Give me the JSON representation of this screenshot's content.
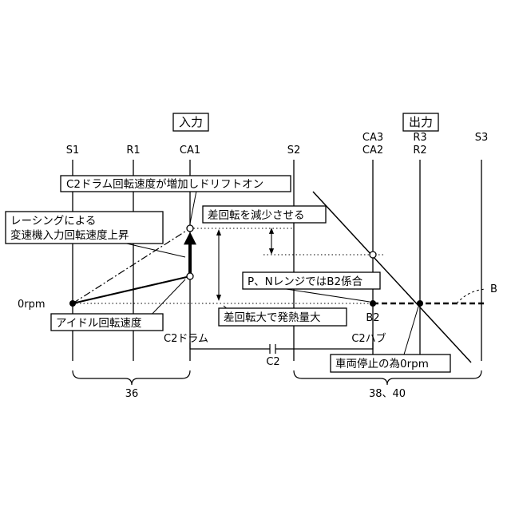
{
  "headers": {
    "input": "入力",
    "output": "出力"
  },
  "axes": {
    "s1": "S1",
    "r1": "R1",
    "ca1": "CA1",
    "s2": "S2",
    "ca3": "CA3",
    "ca2": "CA2",
    "r3": "R3",
    "r2": "R2",
    "s3": "S3"
  },
  "labels": {
    "zero_rpm": "0rpm",
    "b_line": "B",
    "b2": "B2",
    "c2_drum": "C2ドラム",
    "c2_hub": "C2ハブ",
    "c2_clutch": "C2",
    "group_left": "36",
    "group_right": "38、40"
  },
  "callouts": {
    "drift_on": "C2ドラム回転速度が増加しドリフトオン",
    "racing_1": "レーシングによる",
    "racing_2": "変速機入力回転速度上昇",
    "reduce_diff": "差回転を減少させる",
    "pn_range": "P、NレンジではB2係合",
    "idle": "アイドル回転速度",
    "large_heat": "差回転大で発熱量大",
    "vehicle_stop": "車両停止の為0rpm"
  }
}
